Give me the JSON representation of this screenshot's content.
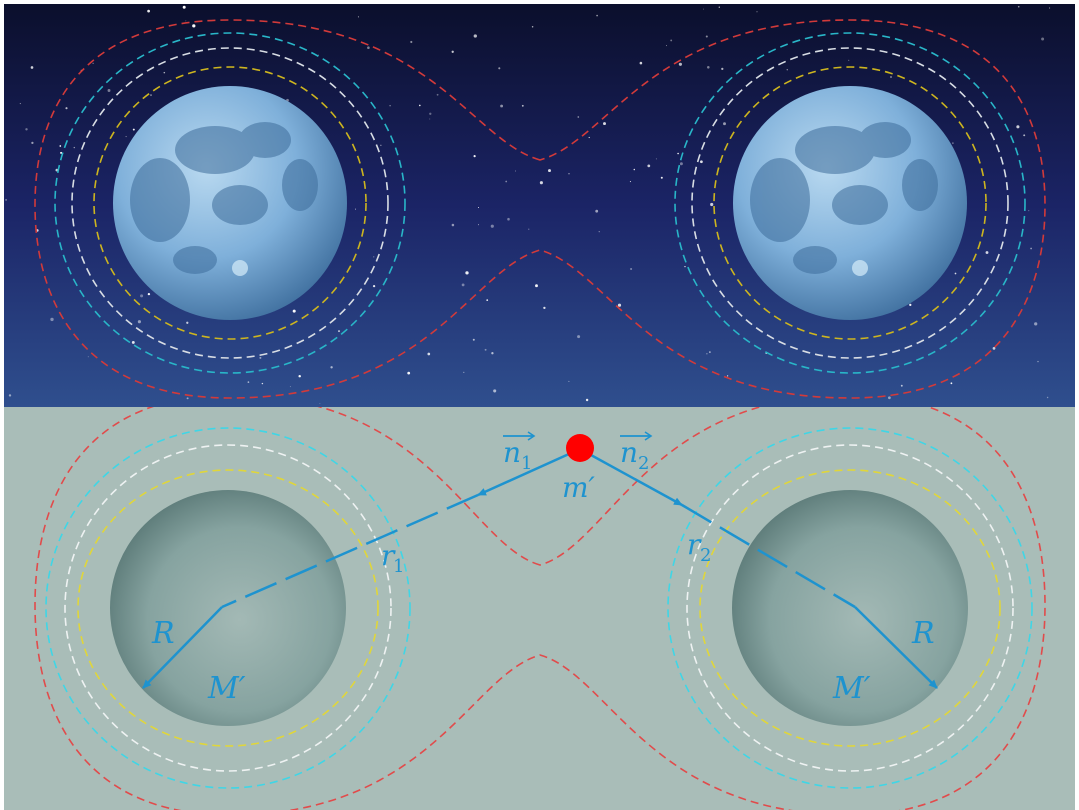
{
  "colors": {
    "sky_top": "#0b0f2c",
    "sky_mid": "#1b2466",
    "sky_bottom": "#2f4f8e",
    "panel_bg": "#a9bdb8",
    "moon_light": "#9ec7e6",
    "moon_dark": "#3f6f9e",
    "disk_light": "#a8bcb8",
    "disk_dark": "#4f6e6c",
    "contour_red": "#d23a3a",
    "contour_cyan": "#29b6c8",
    "contour_white": "#e6ecec",
    "contour_yellow": "#d8c42a",
    "vector_blue": "#1e93cf",
    "test_mass": "#ff0000"
  },
  "labels": {
    "n1_base": "n",
    "n1_sub": "1",
    "n2_base": "n",
    "n2_sub": "2",
    "test_mass": "m′",
    "r1_base": "r",
    "r1_sub": "1",
    "r2_base": "r",
    "r2_sub": "2",
    "radius_left": "R",
    "radius_right": "R",
    "mass_left": "M′",
    "mass_right": "M′"
  }
}
